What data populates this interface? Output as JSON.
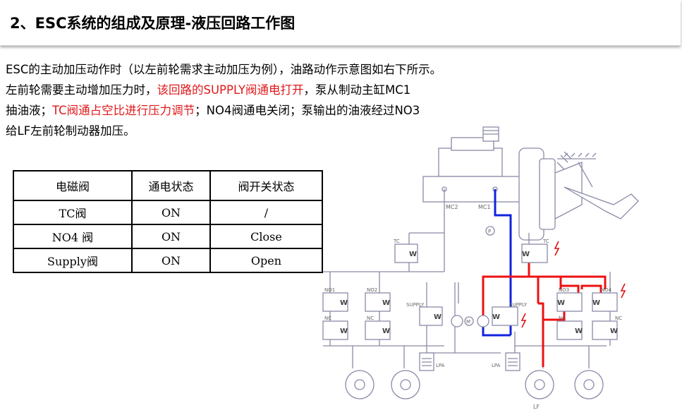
{
  "header": {
    "title": "2、ESC系统的组成及原理-液压回路工作图"
  },
  "description": {
    "line1": "ESC的主动加压动作时（以左前轮需求主动加压为例），油路动作示意图如右下所示。",
    "line2_pre": "左前轮需要主动增加压力时，",
    "line2_red": "该回路的SUPPLY阀通电打开",
    "line2_post": "，泵从制动主缸MC1",
    "line3_pre": "抽油液；",
    "line3_red": "TC阀通占空比进行压力调节",
    "line3_post": "；NO4阀通电关闭；泵输出的油液经过NO3",
    "line4": "给LF左前轮制动器加压。"
  },
  "table": {
    "headers": [
      "电磁阀",
      "通电状态",
      "阀开关状态"
    ],
    "rows": [
      [
        "TC阀",
        "ON",
        "/"
      ],
      [
        "NO4 阀",
        "ON",
        "Close"
      ],
      [
        "Supply阀",
        "ON",
        "Open"
      ]
    ]
  },
  "diagram": {
    "labels": {
      "mc2": "MC2",
      "mc1": "MC1",
      "tc_left": "TC",
      "tc_right": "TC",
      "no1": "NO1",
      "no2": "NO2",
      "no3": "NO3",
      "no4": "NO4",
      "nc1": "NC",
      "nc2": "NC",
      "nc3": "NC",
      "nc4": "NC",
      "supply_left": "SUPPLY",
      "supply_right": "SUPPLY",
      "lpa_left": "LPA",
      "lpa_right": "LPA",
      "lf": "LF",
      "p": "P",
      "m": "M",
      "w": "W"
    },
    "colors": {
      "line": "#8a8aa8",
      "pressure": "#ee1111",
      "suction": "#1122dd",
      "lightning": "#e01010"
    }
  }
}
